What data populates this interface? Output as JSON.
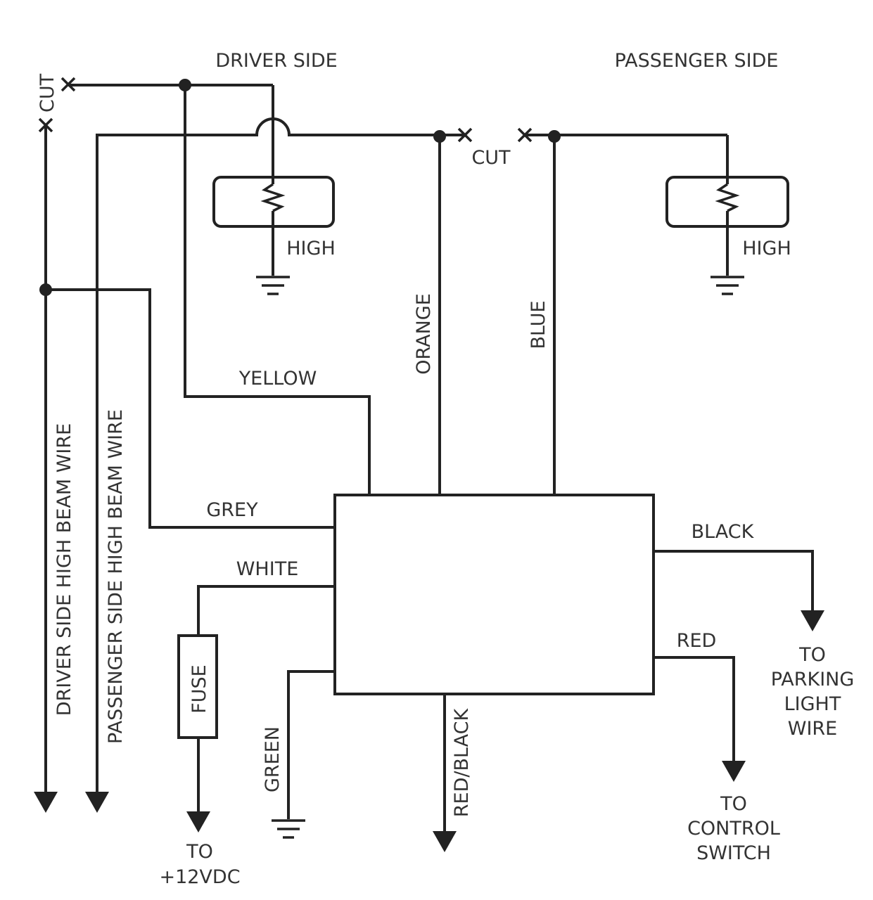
{
  "labels": {
    "driver_side": "DRIVER SIDE",
    "passenger_side": "PASSENGER SIDE",
    "cut_left": "CUT",
    "cut_top": "CUT",
    "high_driver": "HIGH",
    "high_passenger": "HIGH",
    "yellow": "YELLOW",
    "orange": "ORANGE",
    "blue": "BLUE",
    "grey": "GREY",
    "white": "WHITE",
    "black": "BLACK",
    "red": "RED",
    "green": "GREEN",
    "red_black": "RED/BLACK",
    "fuse": "FUSE",
    "driver_wire": "DRIVER SIDE HIGH BEAM WIRE",
    "passenger_wire": "PASSENGER SIDE HIGH BEAM WIRE",
    "to_12v": [
      "TO",
      "+12VDC"
    ],
    "to_parking": [
      "TO",
      "PARKING",
      "LIGHT",
      "WIRE"
    ],
    "to_control": [
      "TO",
      "CONTROL",
      "SWITCH"
    ]
  },
  "colors": {
    "line": "#222222",
    "text": "#333333",
    "background": "#ffffff"
  }
}
